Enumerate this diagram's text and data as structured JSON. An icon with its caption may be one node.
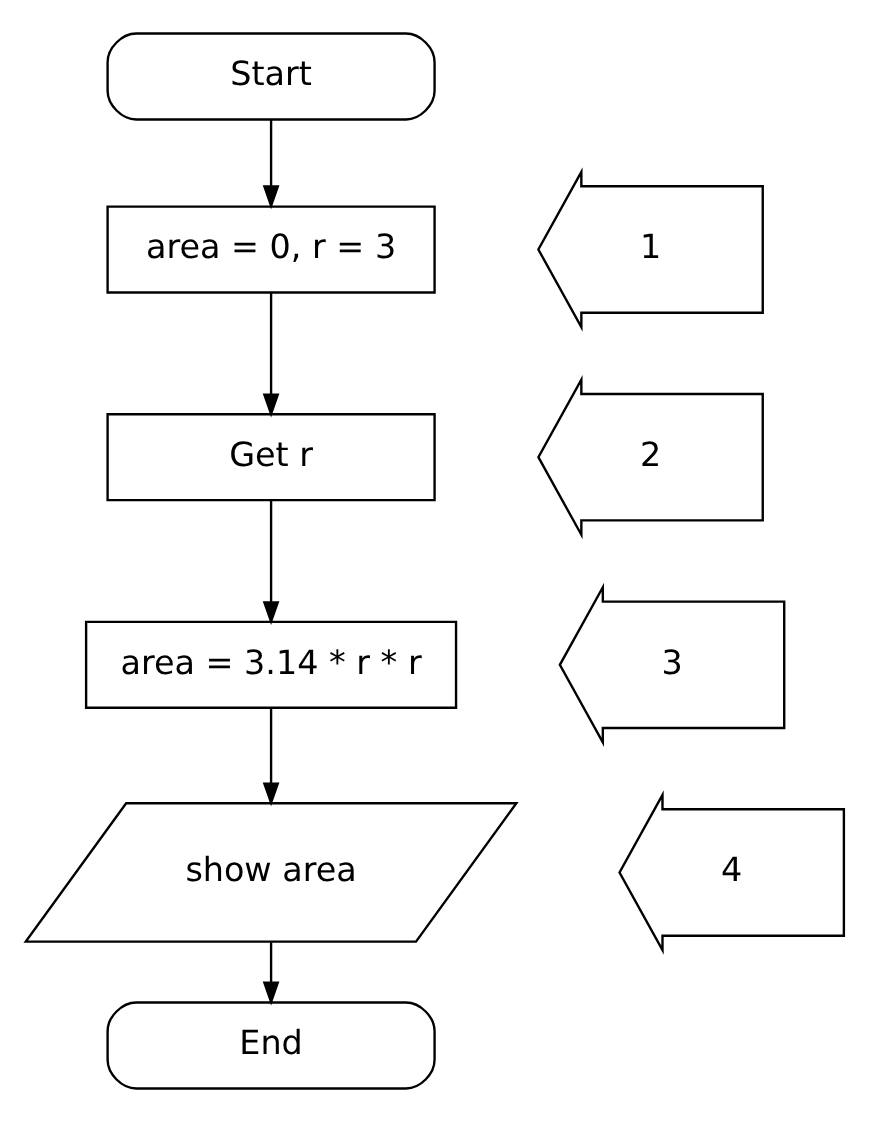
{
  "diagram": {
    "nodes": [
      {
        "text": [
          "Start"
        ]
      },
      {
        "text": [
          "area = 0, r = 3"
        ]
      },
      {
        "text": [
          "Get r"
        ]
      },
      {
        "text": [
          "area = 3.14 * r * r"
        ]
      },
      {
        "text": [
          "show area"
        ]
      },
      {
        "text": [
          "End"
        ]
      },
      {
        "text": [
          "1"
        ]
      },
      {
        "text": [
          "2"
        ]
      },
      {
        "text": [
          "3"
        ]
      },
      {
        "text": [
          "4"
        ]
      }
    ],
    "edges": [
      {
        "from": 0,
        "to": 1,
        "arrow": "to"
      },
      {
        "from": 1,
        "to": 2,
        "arrow": "to"
      },
      {
        "from": 2,
        "to": 3,
        "arrow": "to"
      },
      {
        "from": 3,
        "to": 4,
        "arrow": "to"
      },
      {
        "from": 4,
        "to": 5,
        "arrow": "to"
      }
    ]
  }
}
